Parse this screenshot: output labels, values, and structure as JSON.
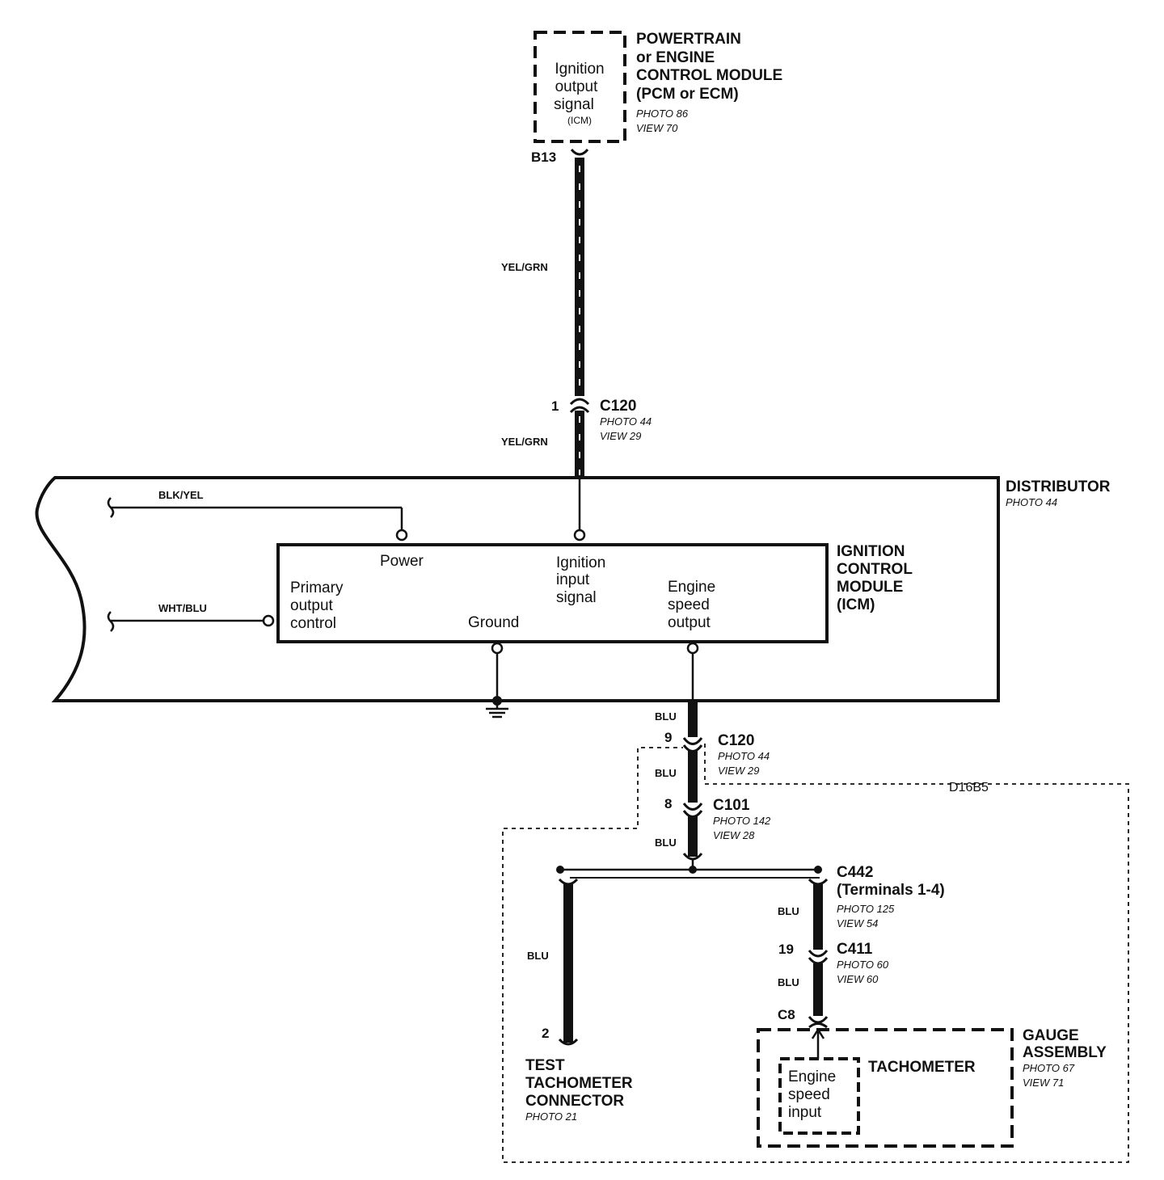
{
  "pcm": {
    "title1": "POWERTRAIN",
    "title2": "or ENGINE",
    "title3": "CONTROL MODULE",
    "title4": "(PCM or ECM)",
    "photo": "PHOTO 86",
    "view": "VIEW 70",
    "box1": "Ignition",
    "box2": "output",
    "box3": "signal",
    "box4": "(ICM)",
    "pin": "B13"
  },
  "wire_top": {
    "color1": "YEL/GRN",
    "color2": "YEL/GRN"
  },
  "c120_top": {
    "pin": "1",
    "name": "C120",
    "photo": "PHOTO 44",
    "view": "VIEW 29"
  },
  "distributor": {
    "title": "DISTRIBUTOR",
    "photo": "PHOTO 44"
  },
  "left_wires": {
    "w1": "BLK/YEL",
    "w2": "WHT/BLU"
  },
  "icm": {
    "title1": "IGNITION",
    "title2": "CONTROL",
    "title3": "MODULE",
    "title4": "(ICM)",
    "power": "Power",
    "ign1": "Ignition",
    "ign2": "input",
    "ign3": "signal",
    "prim1": "Primary",
    "prim2": "output",
    "prim3": "control",
    "ground": "Ground",
    "eng1": "Engine",
    "eng2": "speed",
    "eng3": "output"
  },
  "lower": {
    "blu1": "BLU",
    "c120_pin": "9",
    "c120_name": "C120",
    "c120_photo": "PHOTO 44",
    "c120_view": "VIEW 29",
    "blu2": "BLU",
    "c101_pin": "8",
    "c101_name": "C101",
    "c101_photo": "PHOTO 142",
    "c101_view": "VIEW 28",
    "blu3": "BLU",
    "variant": "D16B5",
    "c442_name": "C442",
    "c442_terms": "(Terminals 1-4)",
    "c442_photo": "PHOTO 125",
    "c442_view": "VIEW 54",
    "blu4": "BLU",
    "c411_pin": "19",
    "c411_name": "C411",
    "c411_photo": "PHOTO 60",
    "c411_view": "VIEW 60",
    "blu5": "BLU",
    "c8": "C8",
    "blu_left": "BLU",
    "test_pin": "2",
    "test1": "TEST",
    "test2": "TACHOMETER",
    "test3": "CONNECTOR",
    "test_photo": "PHOTO 21"
  },
  "gauge": {
    "title1": "GAUGE",
    "title2": "ASSEMBLY",
    "photo": "PHOTO 67",
    "view": "VIEW 71",
    "tach": "TACHOMETER",
    "in1": "Engine",
    "in2": "speed",
    "in3": "input"
  }
}
